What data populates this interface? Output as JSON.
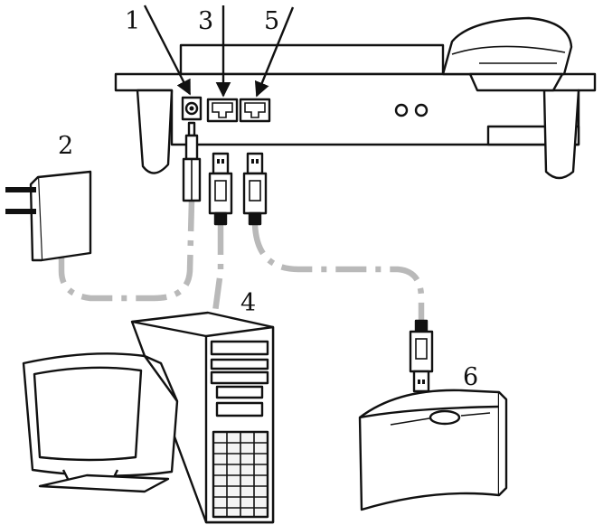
{
  "colors": {
    "line": "#111111",
    "cable": "#b9b9b9",
    "background": "#ffffff"
  },
  "labels": {
    "l1": "1",
    "l2": "2",
    "l3": "3",
    "l4": "4",
    "l5": "5",
    "l6": "6"
  }
}
